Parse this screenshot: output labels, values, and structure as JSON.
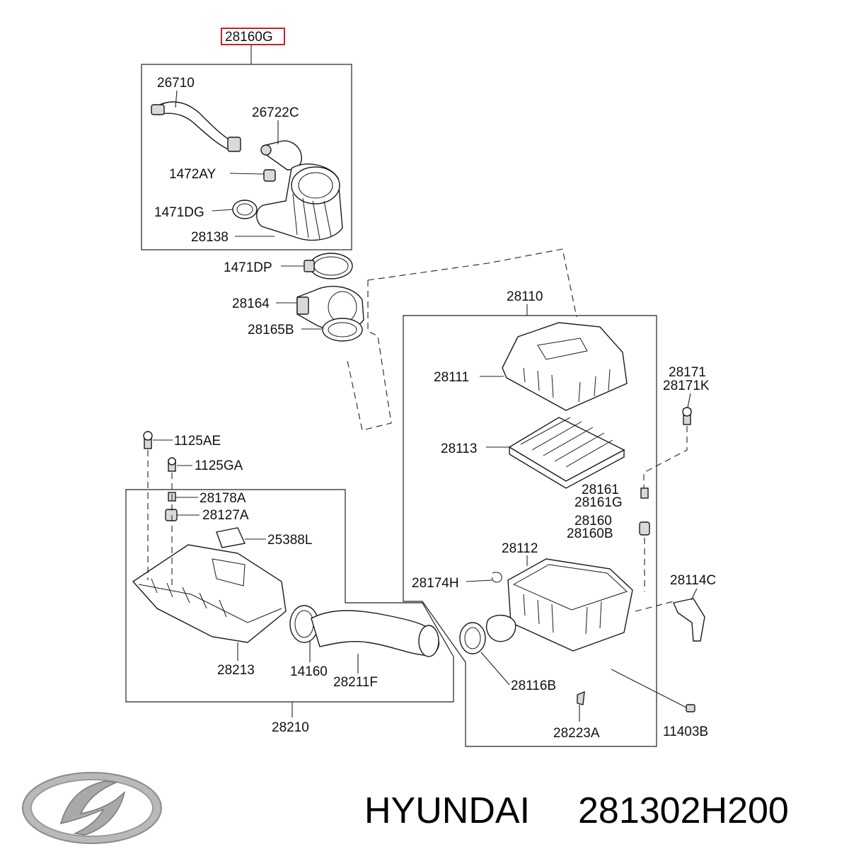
{
  "brand": {
    "logo_name": "hyundai-logo",
    "text": "HYUNDAI",
    "part_number": "281302H200"
  },
  "highlight_color": "#d21f1f",
  "labels": {
    "l_28160G": "28160G",
    "l_26710": "26710",
    "l_26722C": "26722C",
    "l_1472AY": "1472AY",
    "l_1471DG": "1471DG",
    "l_28138": "28138",
    "l_1471DP": "1471DP",
    "l_28164": "28164",
    "l_28165B": "28165B",
    "l_28110": "28110",
    "l_28111": "28111",
    "l_28171": "28171",
    "l_28171K": "28171K",
    "l_28113": "28113",
    "l_1125AE": "1125AE",
    "l_1125GA": "1125GA",
    "l_28161": "28161",
    "l_28161G": "28161G",
    "l_28178A": "28178A",
    "l_28127A": "28127A",
    "l_28160": "28160",
    "l_28160B": "28160B",
    "l_25388L": "25388L",
    "l_28112": "28112",
    "l_28174H": "28174H",
    "l_28114C": "28114C",
    "l_28213": "28213",
    "l_14160": "14160",
    "l_28211F": "28211F",
    "l_28116B": "28116B",
    "l_28210": "28210",
    "l_28223A": "28223A",
    "l_11403B": "11403B"
  }
}
